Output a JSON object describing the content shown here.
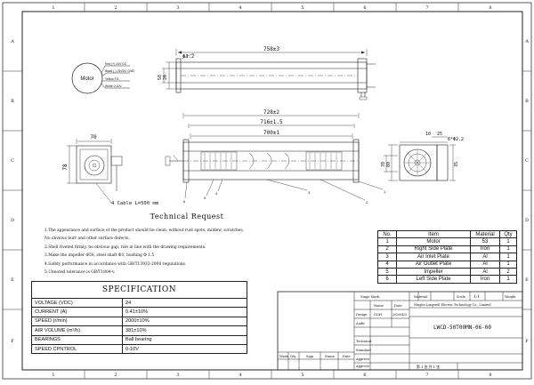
{
  "frame": {
    "top_columns": [
      "1",
      "2",
      "3",
      "4",
      "5",
      "6",
      "7",
      "8"
    ],
    "bottom_columns": [
      "1",
      "2",
      "3",
      "4",
      "5",
      "6",
      "7",
      "8"
    ],
    "left_rows": [
      "A",
      "B",
      "C",
      "D",
      "E",
      "F"
    ],
    "right_rows": [
      "A",
      "B",
      "C",
      "D",
      "E",
      "F"
    ]
  },
  "motor_diagram": {
    "label": "Motor",
    "wires": [
      "Red (+) 24V DC",
      "Black (-) 24VDC GND",
      "Yellow FG",
      "White 0-10V"
    ]
  },
  "top_view": {
    "dim_length": "758±3",
    "dim_dia": "Φ3.2",
    "dim_h1": "20",
    "dim_h2": "58"
  },
  "front_view": {
    "dim_a": "728±2",
    "dim_b": "716±1.5",
    "dim_c": "700±1",
    "labels": [
      "1",
      "2",
      "3",
      "4",
      "5",
      "6"
    ]
  },
  "left_view": {
    "dim_w": "70",
    "dim_h": "78",
    "cable_note": "4 Cable L=500 mm"
  },
  "right_view": {
    "dim_a": "10",
    "dim_b": "25",
    "dim_c": "6*Φ2.2",
    "dim_d": "35",
    "dim_e": "80",
    "dim_f": "70"
  },
  "technical_request": {
    "title": "Technical Request",
    "notes": [
      "1.The appearance and surface of the product should be clean, without rust spots, mildew, scratches,",
      "  No obvious burr and other surface defects.",
      "2.Shell riveted firmly, no obvious gap, rise in line with the drawing requirements.",
      "3.Make the impeller Φ58, steel shaft Φ3, bushing Φ 1.5",
      "4.Safety performance in accordance with GB/T13933-2008 regulations.",
      "5.Unnoted tolerance is GB/T1804-v."
    ]
  },
  "specification": {
    "title": "SPECIFICATION",
    "rows": [
      {
        "label": "VOLTAGE (VDC)",
        "value": "24"
      },
      {
        "label": "CURRENT  (A)",
        "value": "0.41±10%"
      },
      {
        "label": "SPEED   (r/min)",
        "value": "2000±10%"
      },
      {
        "label": "AIR  VOLUME   (m³/h)",
        "value": "381±10%"
      },
      {
        "label": "BEARINGS",
        "value": "Ball bearing"
      },
      {
        "label": "SPEED CPNTROL",
        "value": "0-10V"
      }
    ]
  },
  "parts_list": {
    "headers": [
      "No.",
      "Item",
      "Material",
      "Qty"
    ],
    "rows": [
      [
        "1",
        "Motor",
        "53",
        "1"
      ],
      [
        "2",
        "Right Side Plate",
        "Iron",
        "1"
      ],
      [
        "3",
        "Air Inlet Plate",
        "Al",
        "1"
      ],
      [
        "4",
        "Air Outlet Plate",
        "Al",
        "1"
      ],
      [
        "5",
        "Impeller",
        "Al",
        "2"
      ],
      [
        "6",
        "Left Side Plate",
        "Iron",
        "1"
      ]
    ]
  },
  "title_block": {
    "stage_mark": "Stage Mark",
    "weight": "Weight",
    "scale_label": "Scale",
    "scale": "1:1",
    "material": "Material",
    "company": "Ningbo Longwell Electric Technology Co., Limited",
    "part_no": "LWCD-50T00MN-06-00",
    "name_label": "Name",
    "date_label": "Date",
    "design": "Design",
    "designer": "GOH",
    "design_date": "20200425",
    "audit": "Audit",
    "technical": "Technical",
    "standard": "Standard",
    "approve": "Approve",
    "mark": "Mark",
    "qty": "Qty",
    "sign": "Sign",
    "sheet_info": "第 1 张  共 1 张",
    "rev_headers": [
      "Mark",
      "Qty",
      "Sign",
      "Name",
      "Date",
      "Approve"
    ]
  },
  "colors": {
    "line": "#222222",
    "frame": "#333333",
    "background": "#ffffff"
  }
}
